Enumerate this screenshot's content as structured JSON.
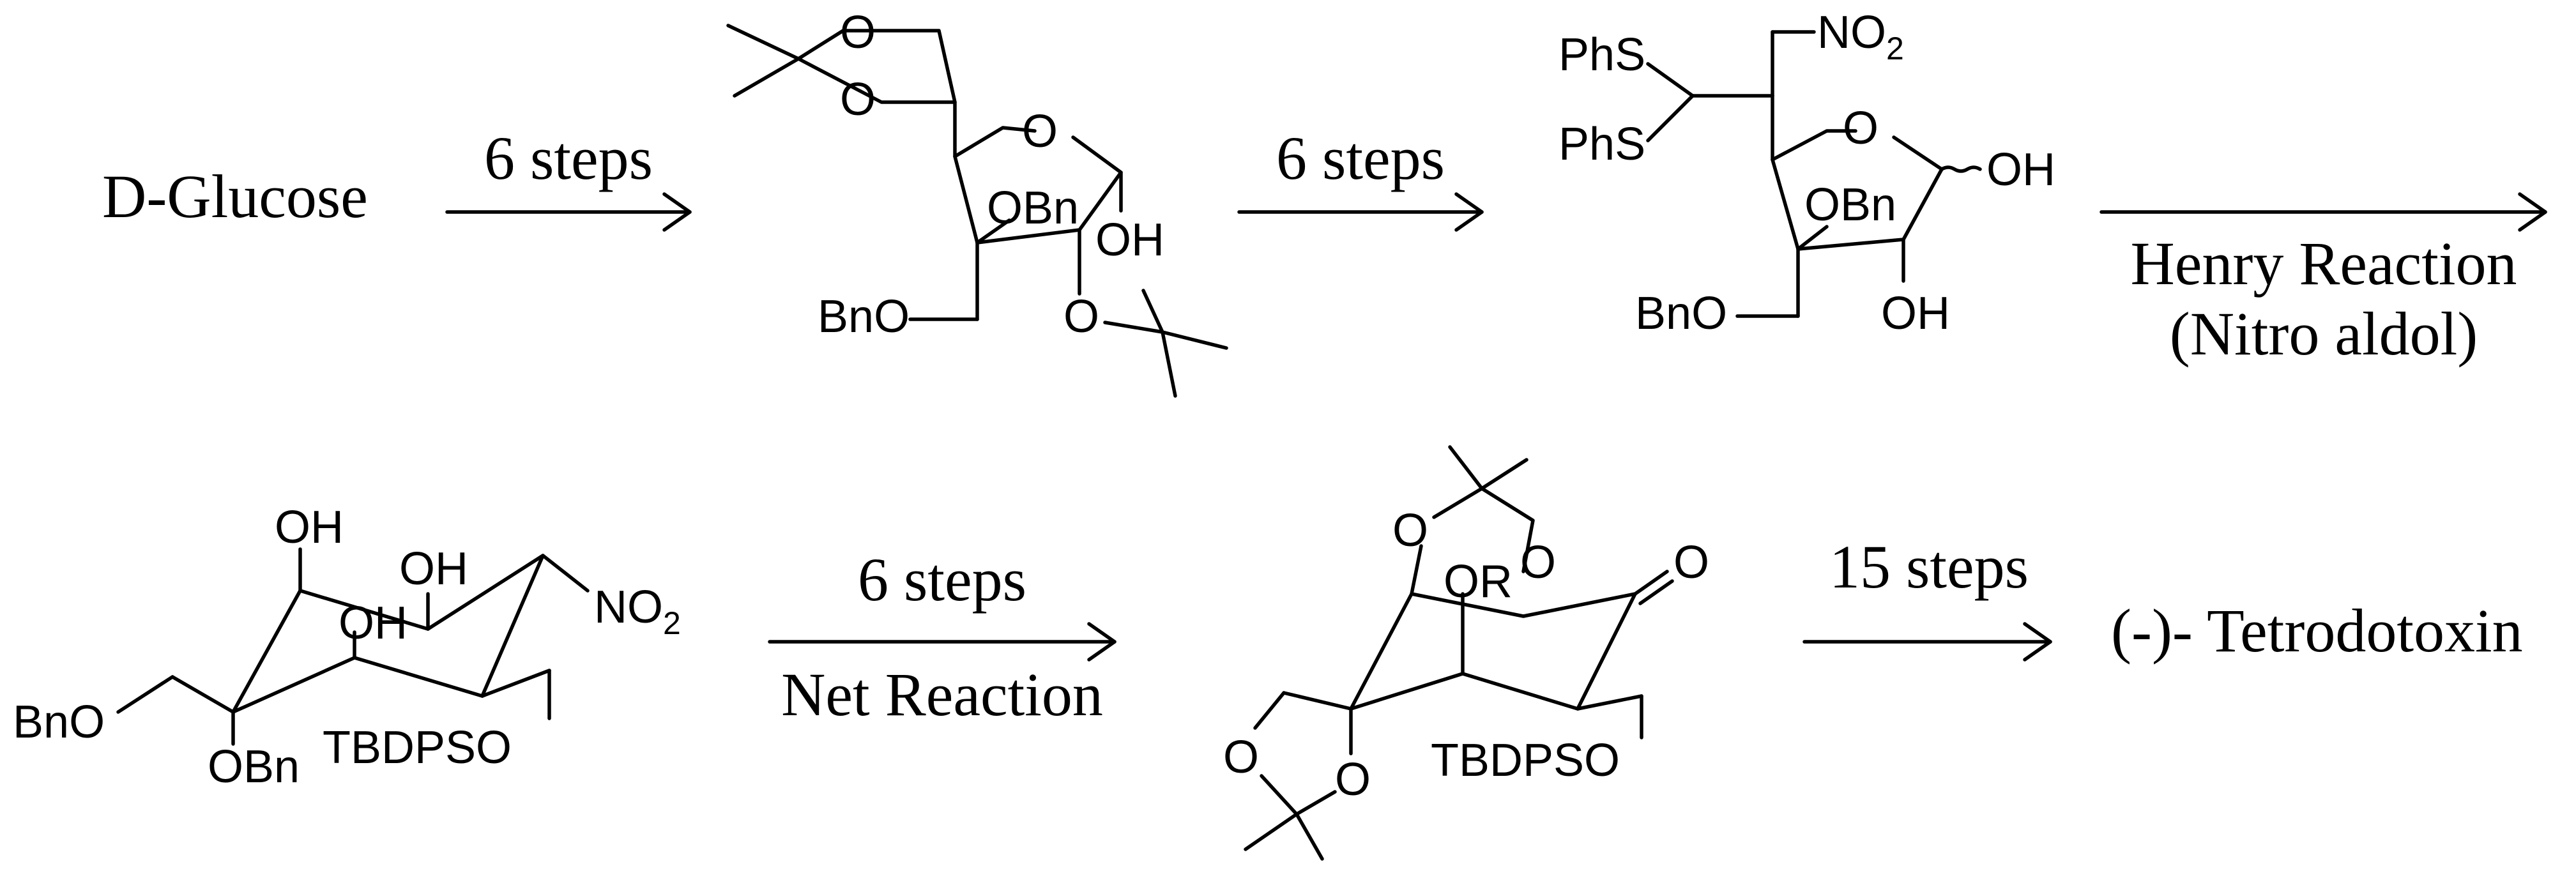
{
  "labels": {
    "start": "D-Glucose",
    "end": "(-)- Tetrodotoxin"
  },
  "arrows": [
    {
      "above": "6 steps"
    },
    {
      "above": "6 steps"
    },
    {
      "below_1": "Henry Reaction",
      "below_2": "(Nitro aldol)"
    },
    {
      "above": "6 steps",
      "below": "Net Reaction"
    },
    {
      "above": "15 steps"
    }
  ],
  "atoms": {
    "O": "O",
    "OH": "OH",
    "OBn": "OBn",
    "BnO": "BnO",
    "OR": "OR",
    "PhS": "PhS",
    "NO": "NO",
    "sub2": "2",
    "TBDPSO": "TBDPSO",
    "TBDPSO_c": "TBDPSO",
    "OBn_t": "OBn"
  }
}
